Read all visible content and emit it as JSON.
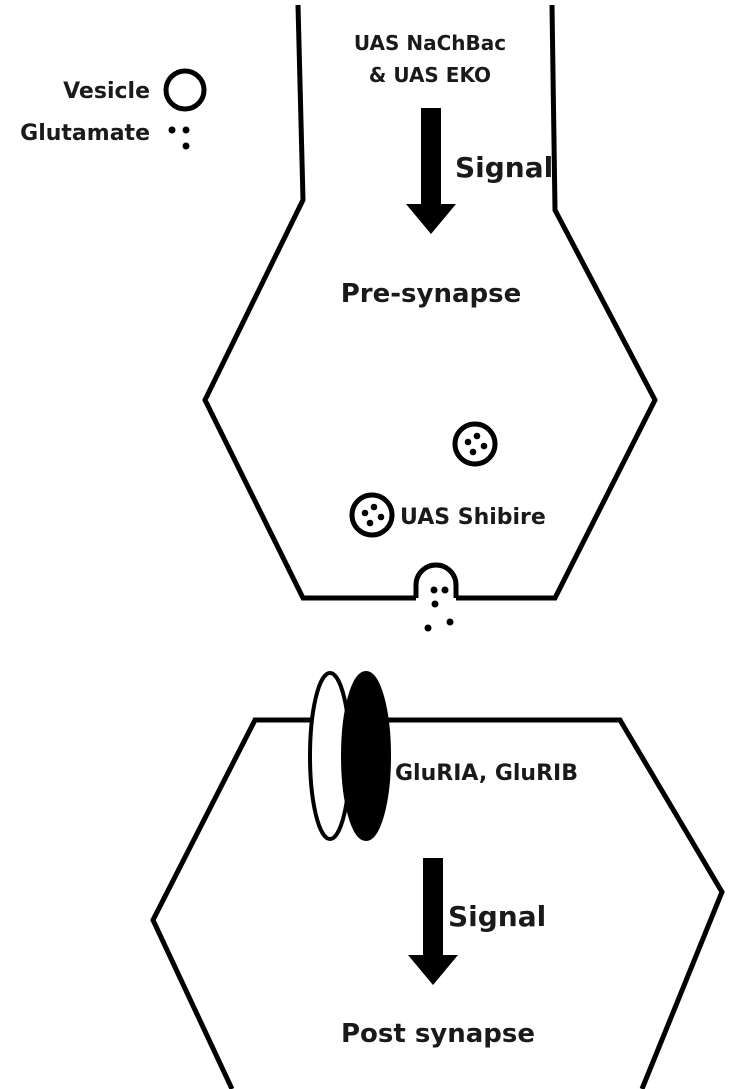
{
  "legend": {
    "vesicle_label": "Vesicle",
    "glutamate_label": "Glutamate"
  },
  "labels": {
    "driver_line1": "UAS NaChBac",
    "driver_line2": "& UAS EKO",
    "signal_pre": "Signal",
    "pre_synapse": "Pre-synapse",
    "shibire": "UAS Shibire",
    "receptors": "GluRIA, GluRIB",
    "signal_post": "Signal",
    "post_synapse": "Post synapse"
  },
  "colors": {
    "stroke": "#000000",
    "background": "#ffffff",
    "text": "#1a1a1a"
  }
}
